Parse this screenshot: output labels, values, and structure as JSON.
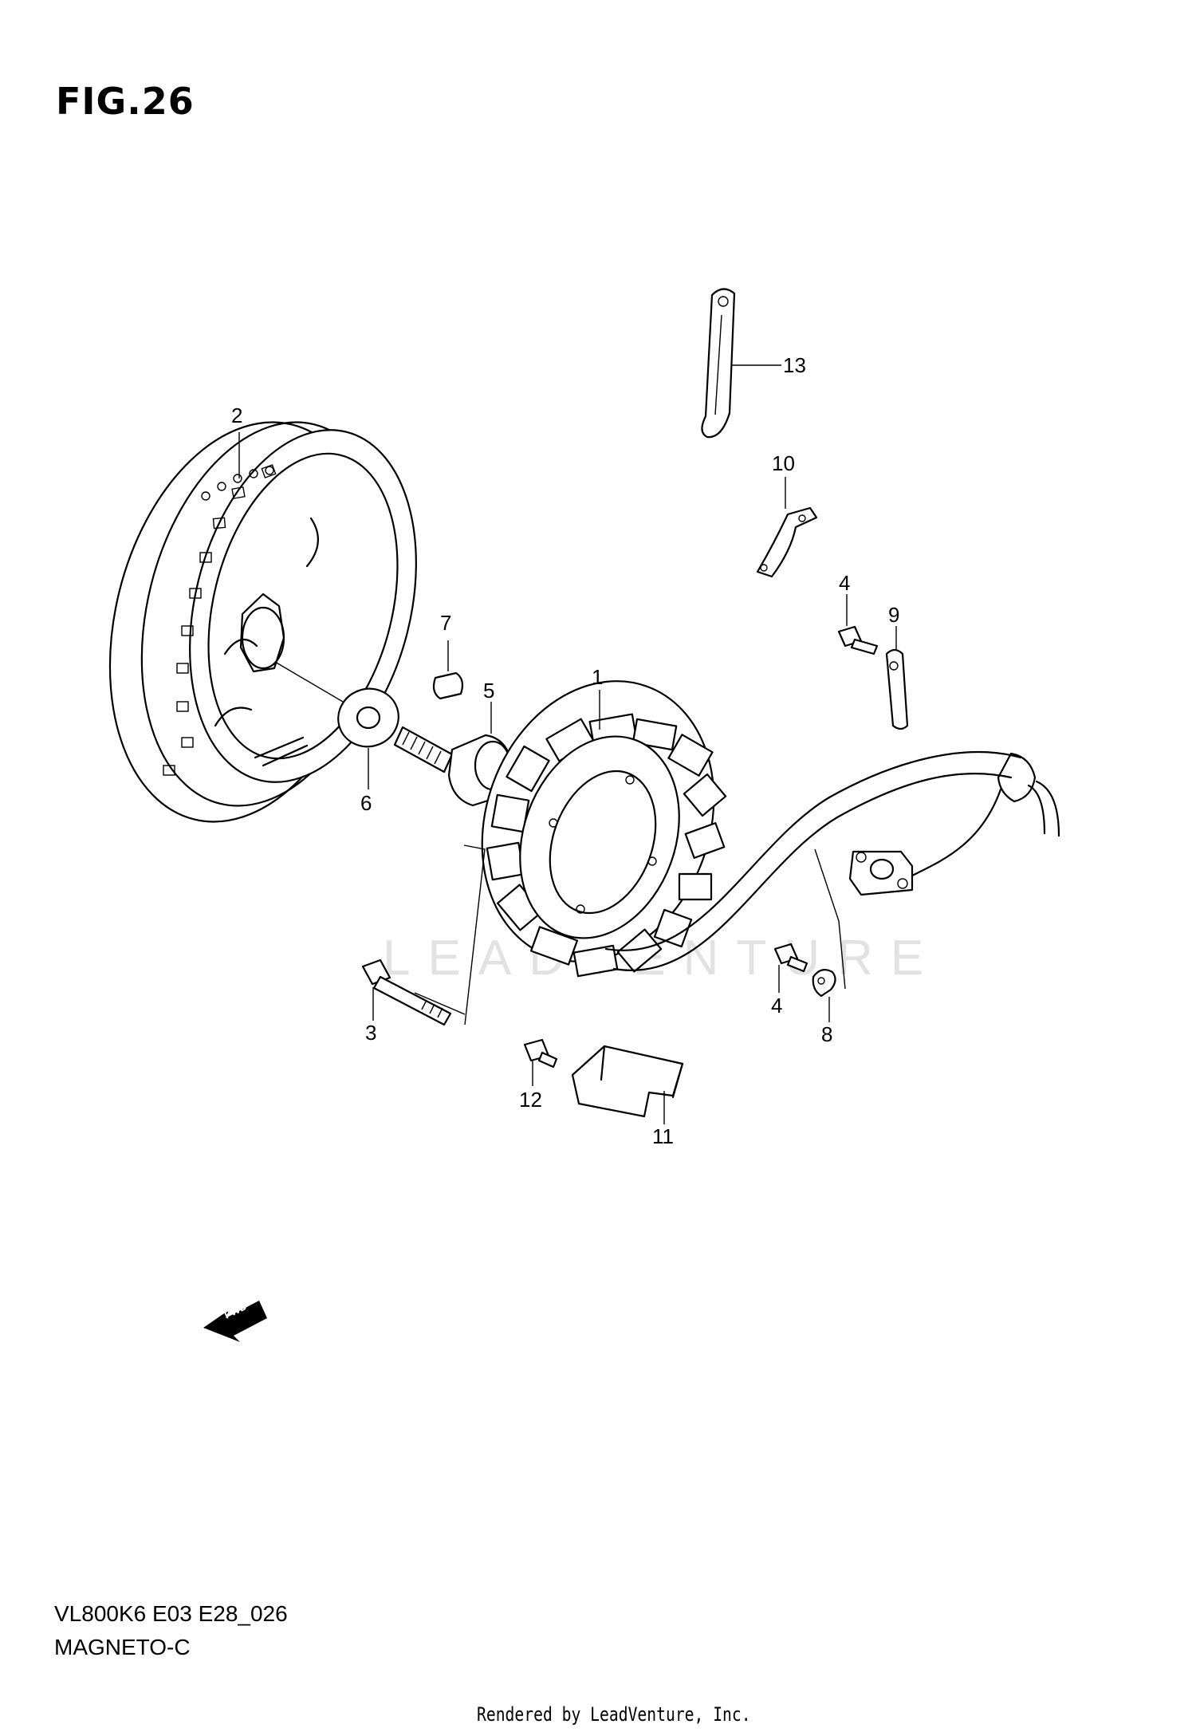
{
  "figure": {
    "title": "FIG.26"
  },
  "footer": {
    "model_code": "VL800K6 E03 E28_026",
    "section_name": "MAGNETO-C",
    "credit": "Rendered by LeadVenture, Inc."
  },
  "watermark": {
    "text": "LEADVENTURE"
  },
  "fwd_badge": {
    "text": "FWD"
  },
  "callouts": [
    {
      "ref": "1"
    },
    {
      "ref": "2"
    },
    {
      "ref": "3"
    },
    {
      "ref": "4"
    },
    {
      "ref": "4"
    },
    {
      "ref": "5"
    },
    {
      "ref": "6"
    },
    {
      "ref": "7"
    },
    {
      "ref": "8"
    },
    {
      "ref": "9"
    },
    {
      "ref": "10"
    },
    {
      "ref": "11"
    },
    {
      "ref": "12"
    },
    {
      "ref": "13"
    }
  ]
}
